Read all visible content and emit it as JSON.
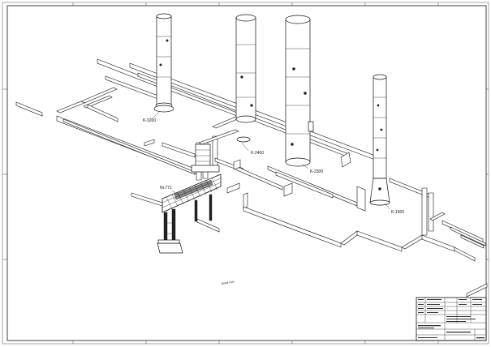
{
  "drawing": {
    "tags": {
      "k3200": "K-3200",
      "k2400": "K-2400",
      "k2300": "K-2300",
      "k1600": "K-1600",
      "rack": "Nr.771"
    },
    "note": "Detail xxxx"
  },
  "colors": {
    "line": "#111111",
    "paper": "#ffffff"
  }
}
